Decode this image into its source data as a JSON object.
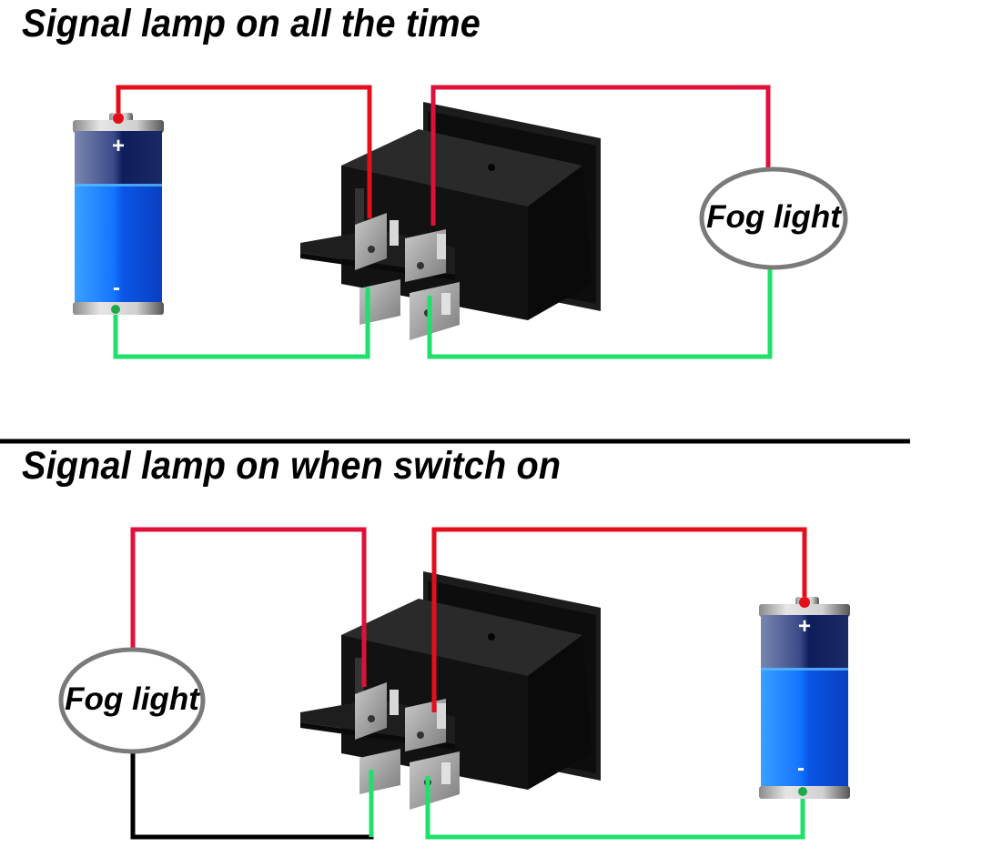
{
  "diagram": {
    "sections": [
      {
        "title": "Signal lamp on all the time",
        "components": {
          "battery": {
            "positive": "+",
            "negative": "-"
          },
          "lamp": {
            "label": "Fog light"
          },
          "switch": {
            "type": "rocker switch, 4 pin"
          }
        },
        "wires": [
          {
            "from": "battery +",
            "to": "switch upper-left pin",
            "color": "red"
          },
          {
            "from": "switch upper-right pin",
            "to": "Fog light",
            "color": "red"
          },
          {
            "from": "battery -",
            "to": "switch lower-left pin",
            "color": "green"
          },
          {
            "from": "switch lower-right pin",
            "to": "Fog light",
            "color": "green"
          }
        ]
      },
      {
        "title": "Signal lamp on when switch on",
        "components": {
          "battery": {
            "positive": "+",
            "negative": "-"
          },
          "lamp": {
            "label": "Fog light"
          },
          "switch": {
            "type": "rocker switch, 4 pin"
          }
        },
        "wires": [
          {
            "from": "Fog light",
            "to": "switch upper-left pin",
            "color": "red"
          },
          {
            "from": "switch upper-right pin",
            "to": "battery +",
            "color": "red"
          },
          {
            "from": "Fog light",
            "to": "switch lower-left pin",
            "color": "black"
          },
          {
            "from": "switch lower-right pin",
            "to": "battery -",
            "color": "green"
          }
        ]
      }
    ],
    "colors": {
      "wire_red": "#e0103a",
      "wire_red_bright": "#e3101c",
      "wire_green": "#1ee06a",
      "wire_black": "#000000",
      "lamp_outline": "#7a7a7a",
      "battery_blue": "#0a5ef0",
      "battery_dark": "#1a2a6a",
      "switch_body": "#141414",
      "terminal_metal": "#a8a8a8"
    }
  }
}
